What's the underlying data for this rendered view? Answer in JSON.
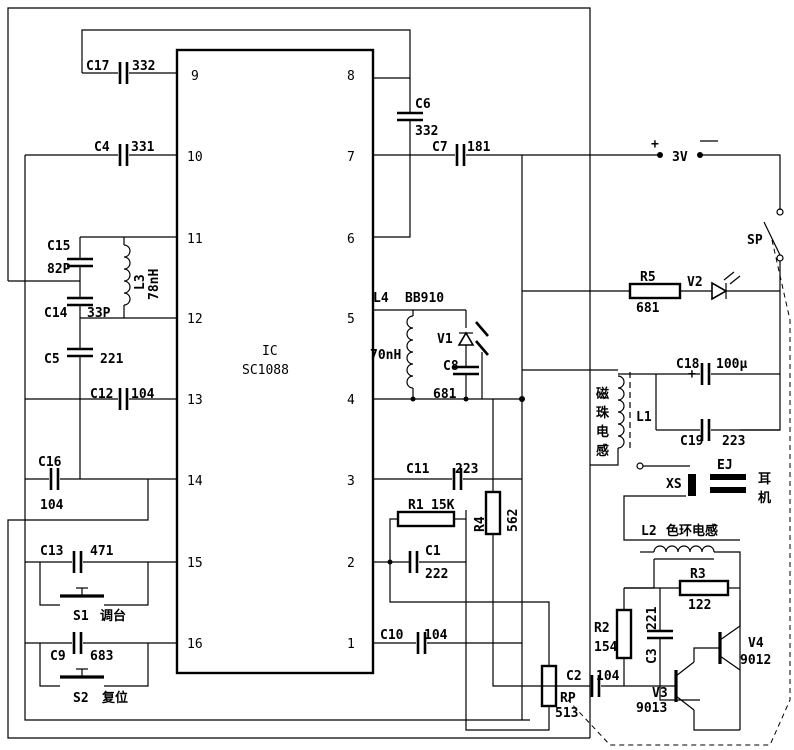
{
  "ic": {
    "label": "IC",
    "part": "SC1088"
  },
  "pins": {
    "p1": "1",
    "p2": "2",
    "p3": "3",
    "p4": "4",
    "p5": "5",
    "p6": "6",
    "p7": "7",
    "p8": "8",
    "p9": "9",
    "p10": "10",
    "p11": "11",
    "p12": "12",
    "p13": "13",
    "p14": "14",
    "p15": "15",
    "p16": "16"
  },
  "components": {
    "c17": {
      "name": "C17",
      "value": "332"
    },
    "c4": {
      "name": "C4",
      "value": "331"
    },
    "c15": {
      "name": "C15",
      "value": "82P"
    },
    "c14": {
      "name": "C14",
      "value": "33P"
    },
    "l3": {
      "name": "L3",
      "value": "78nH"
    },
    "c5": {
      "name": "C5",
      "value": "221"
    },
    "c12": {
      "name": "C12",
      "value": "104"
    },
    "c16": {
      "name": "C16",
      "value": "104"
    },
    "c13": {
      "name": "C13",
      "value": "471"
    },
    "s1": {
      "name": "S1",
      "label": "调台"
    },
    "c9": {
      "name": "C9",
      "value": "683"
    },
    "s2": {
      "name": "S2",
      "label": "复位"
    },
    "c6": {
      "name": "C6",
      "value": "332"
    },
    "c7": {
      "name": "C7",
      "value": "181"
    },
    "l4": {
      "name": "L4",
      "value": "70nH"
    },
    "bb910": {
      "value": "BB910"
    },
    "v1": {
      "name": "V1"
    },
    "c8": {
      "name": "C8",
      "value": "681"
    },
    "c11": {
      "name": "C11",
      "value": "223"
    },
    "r1": {
      "name": "R1",
      "value": "15K"
    },
    "r4": {
      "name": "R4",
      "value": "562"
    },
    "c1": {
      "name": "C1",
      "value": "222"
    },
    "c10": {
      "name": "C10",
      "value": "104"
    },
    "r5": {
      "name": "R5",
      "value": "681"
    },
    "v2": {
      "name": "V2"
    },
    "c18": {
      "name": "C18",
      "value": "100μ"
    },
    "c19": {
      "name": "C19",
      "value": "223"
    },
    "l1": {
      "name": "L1",
      "desc": [
        "磁",
        "珠",
        "电",
        "感"
      ]
    },
    "xs": {
      "name": "XS"
    },
    "ej": {
      "name": "EJ",
      "desc": "耳",
      "desc2": "机"
    },
    "l2": {
      "name": "L2",
      "desc": "色环电感"
    },
    "r3": {
      "name": "R3",
      "value": "122"
    },
    "r2": {
      "name": "R2",
      "value": "154"
    },
    "c3": {
      "name": "C3",
      "value": "221"
    },
    "c2": {
      "name": "C2",
      "value": "104"
    },
    "rp": {
      "name": "RP",
      "value": "513"
    },
    "v3": {
      "name": "V3",
      "value": "9013"
    },
    "v4": {
      "name": "V4",
      "value": "9012"
    },
    "sp": {
      "name": "SP"
    }
  },
  "battery": {
    "plus": "+",
    "voltage": "3V"
  }
}
